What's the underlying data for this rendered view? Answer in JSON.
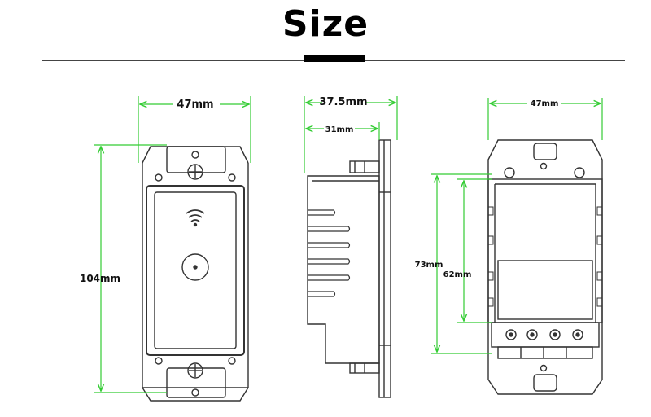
{
  "title": "Size",
  "colors": {
    "dimension_line": "#33cc33",
    "outline": "#333333",
    "title_text": "#000000",
    "background": "#ffffff"
  },
  "views": {
    "front": {
      "width_label": "47mm",
      "height_label": "104mm"
    },
    "side": {
      "depth_label": "37.5mm",
      "body_depth_label": "31mm"
    },
    "back": {
      "width_label": "47mm",
      "height_label": "73mm",
      "inner_height_label": "62mm"
    }
  }
}
